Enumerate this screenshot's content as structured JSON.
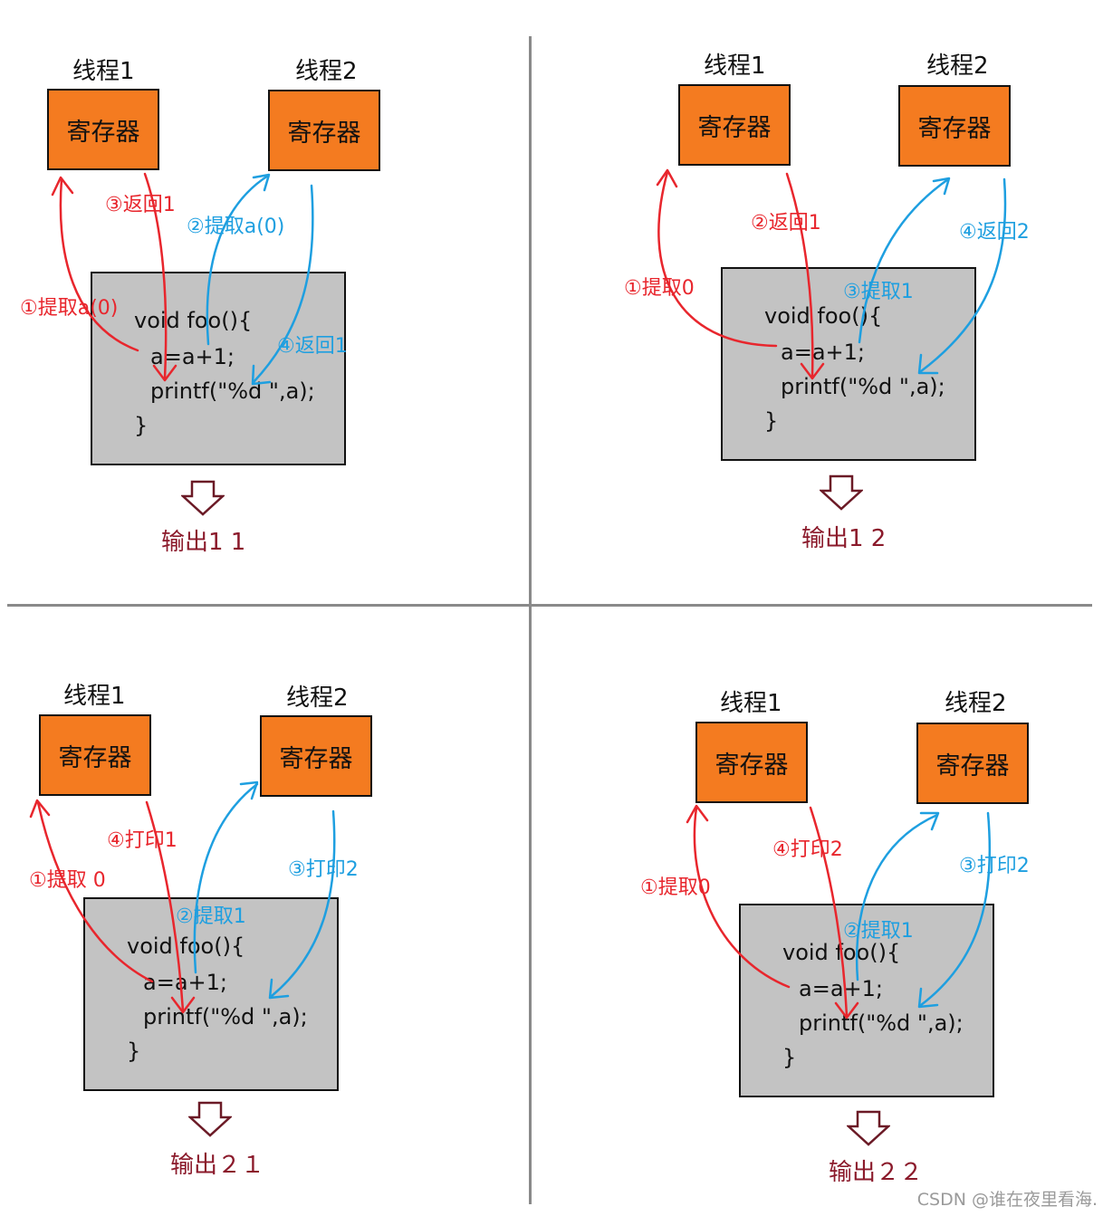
{
  "labels": {
    "thread1": "线程1",
    "thread2": "线程2",
    "register": "寄存器"
  },
  "code": {
    "line1": "void foo(){",
    "line2": "a=a+1;",
    "line3": "printf(\"%d \",a);",
    "line4": "}"
  },
  "colors": {
    "register_fill": "#f47b20",
    "code_fill": "#c3c3c3",
    "thread1_arrows": "#e8262d",
    "thread2_arrows": "#1e9fe0",
    "output_text": "#8b1a2b"
  },
  "panels": [
    {
      "notes": {
        "t1_fetch": "①提取a(0)",
        "t2_fetch": "②提取a(0)",
        "t1_return": "③返回1",
        "t2_return": "④返回1"
      },
      "output": "输出1 1"
    },
    {
      "notes": {
        "t1_fetch": "①提取0",
        "t1_return": "②返回1",
        "t2_fetch": "③提取1",
        "t2_return": "④返回2"
      },
      "output": "输出1 2"
    },
    {
      "notes": {
        "t1_fetch": "①提取 0",
        "t2_fetch": "②提取1",
        "t2_print": "③打印2",
        "t1_print": "④打印1"
      },
      "output": "输出２１"
    },
    {
      "notes": {
        "t1_fetch": "①提取0",
        "t2_fetch": "②提取1",
        "t2_print": "③打印2",
        "t1_print": "④打印2"
      },
      "output": "输出２２"
    }
  ],
  "watermark": "CSDN @谁在夜里看海."
}
